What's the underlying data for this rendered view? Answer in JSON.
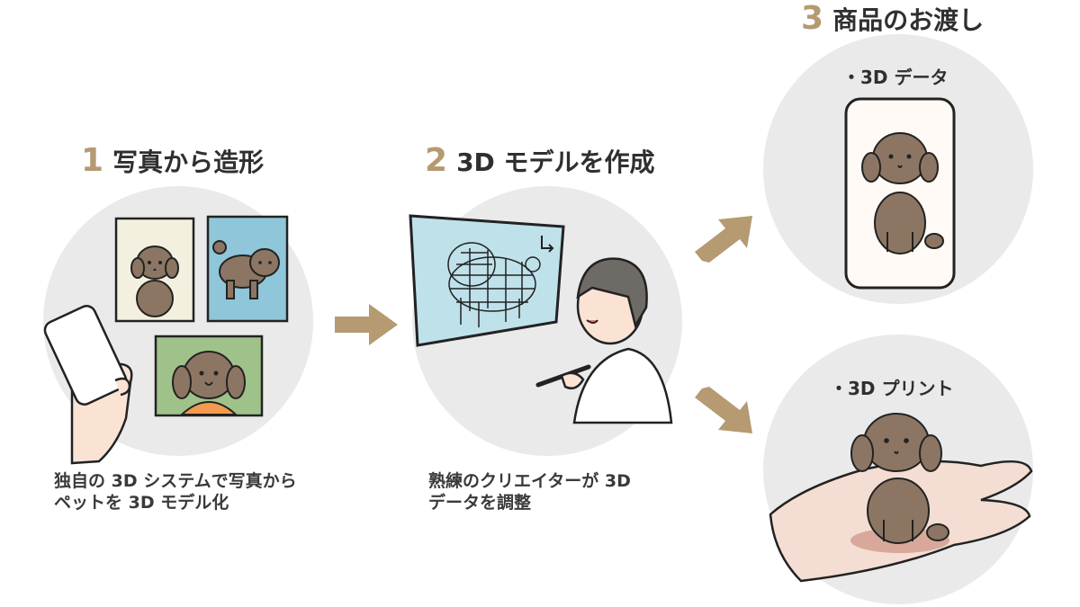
{
  "steps": [
    {
      "num": "1",
      "title": "写真から造形",
      "caption_lines": [
        "独自の 3D システムで写真から",
        "ペットを 3D モデル化"
      ]
    },
    {
      "num": "2",
      "title": "3D モデルを作成",
      "caption_lines": [
        "熟練のクリエイターが 3D",
        "データを調整"
      ]
    },
    {
      "num": "3",
      "title": "商品のお渡し"
    }
  ],
  "deliverables": [
    "・3D データ",
    "・3D プリント"
  ],
  "colors": {
    "accent": "#b59a72",
    "dog": "#8c7663",
    "circle": "#eaeaea",
    "screen": "#bfe1ea",
    "photo_cream": "#f4f0e0",
    "photo_blue": "#8fc6d9",
    "photo_green": "#9fc28a",
    "scarf": "#f29a50"
  }
}
